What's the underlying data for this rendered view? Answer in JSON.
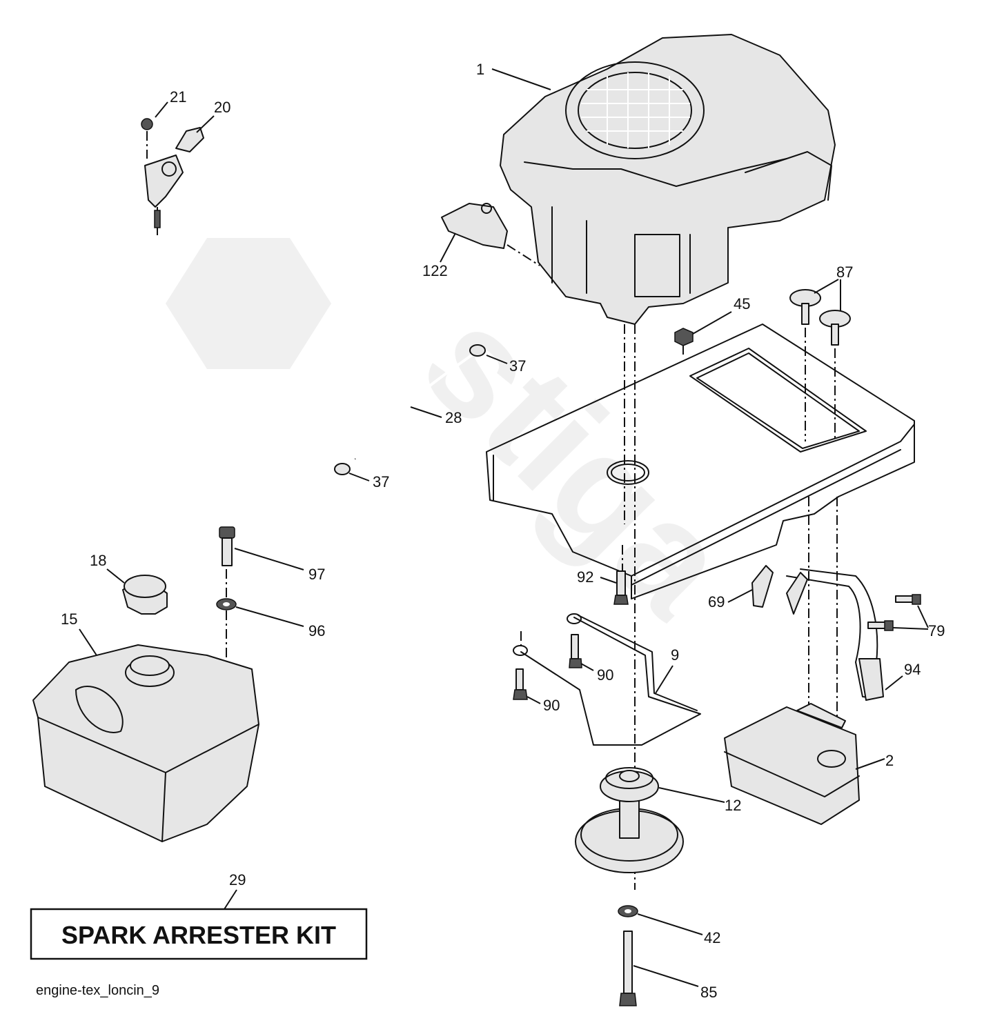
{
  "diagram": {
    "caption": "engine-tex_loncin_9",
    "kit_label": "SPARK ARRESTER KIT",
    "labels": {
      "p1": "1",
      "p2": "2",
      "p9": "9",
      "p12": "12",
      "p15": "15",
      "p18": "18",
      "p20": "20",
      "p21": "21",
      "p28": "28",
      "p29": "29",
      "p37a": "37",
      "p37b": "37",
      "p42": "42",
      "p45": "45",
      "p69": "69",
      "p79": "79",
      "p85": "85",
      "p87": "87",
      "p90a": "90",
      "p90b": "90",
      "p92": "92",
      "p94": "94",
      "p96": "96",
      "p97": "97",
      "p122": "122"
    }
  }
}
